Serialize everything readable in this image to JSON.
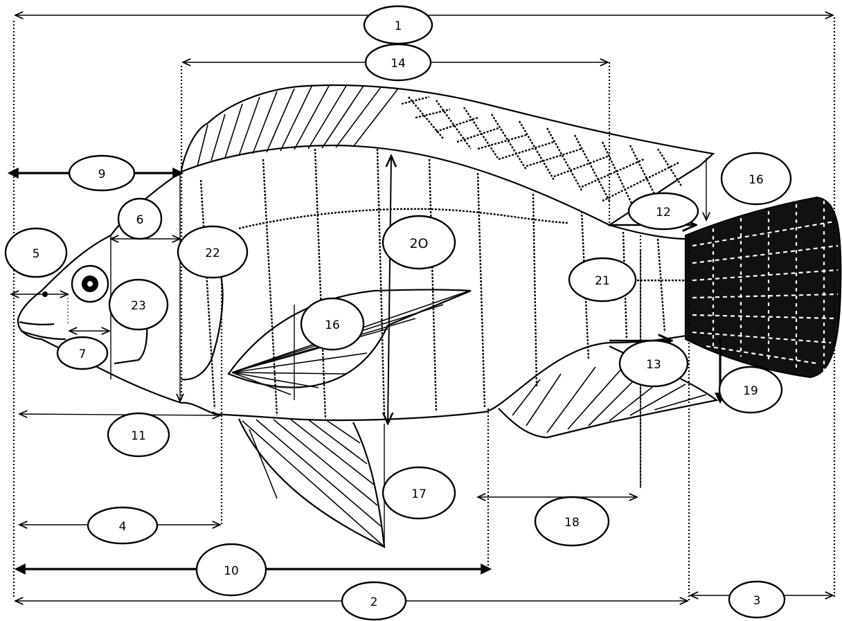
{
  "labels": {
    "l1": "1",
    "l2": "2",
    "l3": "3",
    "l4": "4",
    "l5": "5",
    "l6": "6",
    "l7": "7",
    "l9": "9",
    "l10": "10",
    "l11": "11",
    "l12": "12",
    "l13": "13",
    "l14": "14",
    "l16a": "16",
    "l16b": "16",
    "l17": "17",
    "l18": "18",
    "l19": "19",
    "l20": "2O",
    "l21": "21",
    "l22": "22",
    "l23": "23"
  },
  "colors": {
    "ink": "#000000",
    "paper": "#ffffff"
  }
}
